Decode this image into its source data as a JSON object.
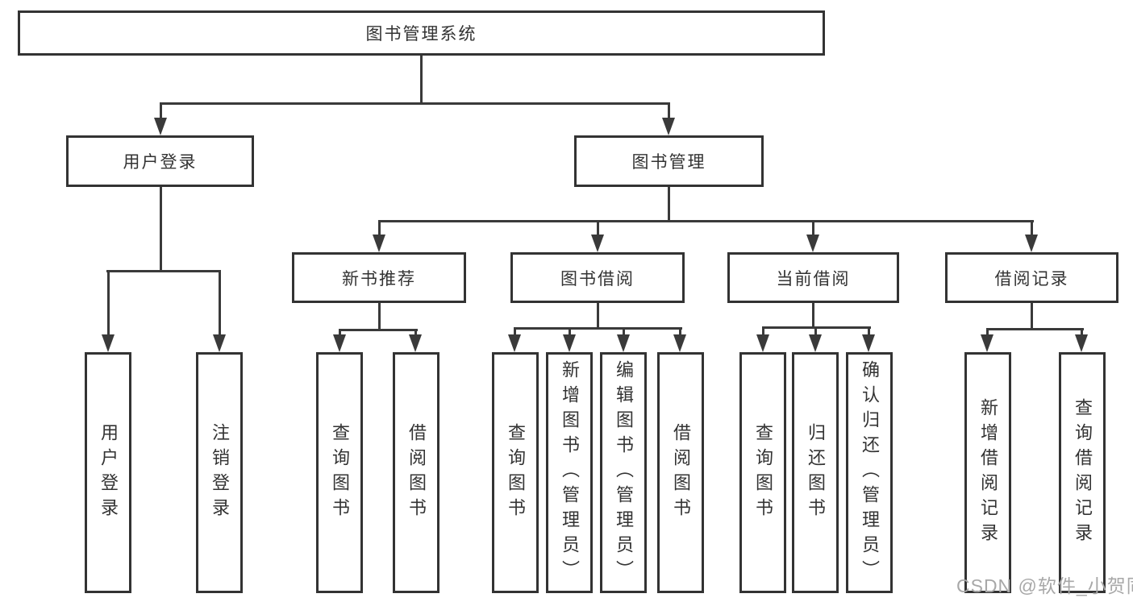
{
  "title": "图书管理系统",
  "watermark": "CSDN @软件_小贺同学",
  "colors": {
    "line": "#3a3a3a",
    "border": "#333333",
    "text": "#333333",
    "background": "#ffffff",
    "watermark": "#a8a8a8"
  },
  "tree": {
    "label": "图书管理系统",
    "children": [
      {
        "label": "用户登录",
        "children": [
          {
            "label": "用户登录"
          },
          {
            "label": "注销登录"
          }
        ]
      },
      {
        "label": "图书管理",
        "children": [
          {
            "label": "新书推荐",
            "children": [
              {
                "label": "查询图书"
              },
              {
                "label": "借阅图书"
              }
            ]
          },
          {
            "label": "图书借阅",
            "children": [
              {
                "label": "查询图书"
              },
              {
                "label": "新增图书（管理员）"
              },
              {
                "label": "编辑图书（管理员）"
              },
              {
                "label": "借阅图书"
              }
            ]
          },
          {
            "label": "当前借阅",
            "children": [
              {
                "label": "查询图书"
              },
              {
                "label": "归还图书"
              },
              {
                "label": "确认归还（管理员）"
              }
            ]
          },
          {
            "label": "借阅记录",
            "children": [
              {
                "label": "新增借阅记录"
              },
              {
                "label": "查询借阅记录"
              }
            ]
          }
        ]
      }
    ]
  }
}
